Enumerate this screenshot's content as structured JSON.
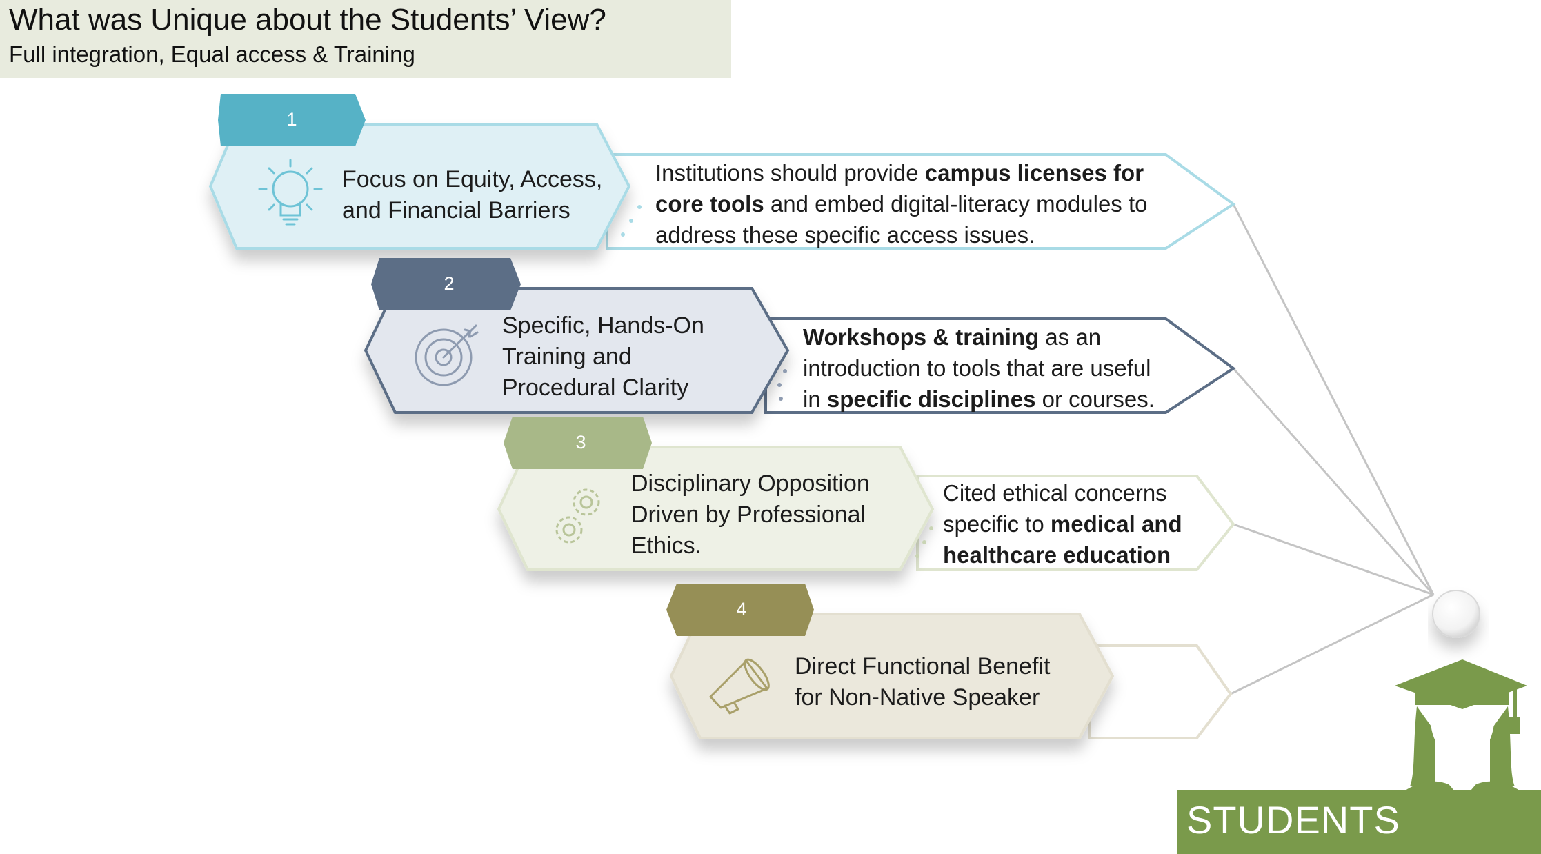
{
  "header": {
    "title": "What was Unique about the Students’ View?",
    "subtitle": "Full integration, Equal access & Training"
  },
  "steps": [
    {
      "number": "1",
      "color": "#56b2c6",
      "fill": "#dff0f5",
      "icon": "lightbulb-icon",
      "label_lines": [
        "Focus on Equity, Access,",
        "and Financial Barriers"
      ],
      "description_lines": [
        [
          "Institutions should provide ",
          "campus licenses for"
        ],
        [
          "core tools",
          " and embed digital-literacy modules to"
        ],
        [
          "address these specific access issues."
        ]
      ]
    },
    {
      "number": "2",
      "color": "#5c6e86",
      "fill": "#e3e7ee",
      "icon": "target-icon",
      "label_lines": [
        "Specific, Hands-On",
        "Training and",
        "Procedural Clarity"
      ],
      "description_lines": [
        [
          "Workshops & training",
          " as an"
        ],
        [
          "introduction to tools that are useful"
        ],
        [
          "in ",
          "specific disciplines",
          " or courses."
        ]
      ]
    },
    {
      "number": "3",
      "color": "#a8b888",
      "fill": "#eef1e6",
      "icon": "gears-icon",
      "label_lines": [
        "Disciplinary Opposition",
        "Driven by Professional",
        "Ethics."
      ],
      "description_lines": [
        [
          "Cited ethical concerns"
        ],
        [
          "specific to ",
          "medical and"
        ],
        [
          "healthcare education"
        ]
      ]
    },
    {
      "number": "4",
      "color": "#968f56",
      "fill": "#ebe8dc",
      "icon": "megaphone-icon",
      "label_lines": [
        "Direct Functional Benefit",
        "for Non-Native Speaker"
      ],
      "description_lines": []
    }
  ],
  "persona": {
    "label": "STUDENTS",
    "icon": "graduate-student-icon",
    "color": "#7a9a4b"
  }
}
